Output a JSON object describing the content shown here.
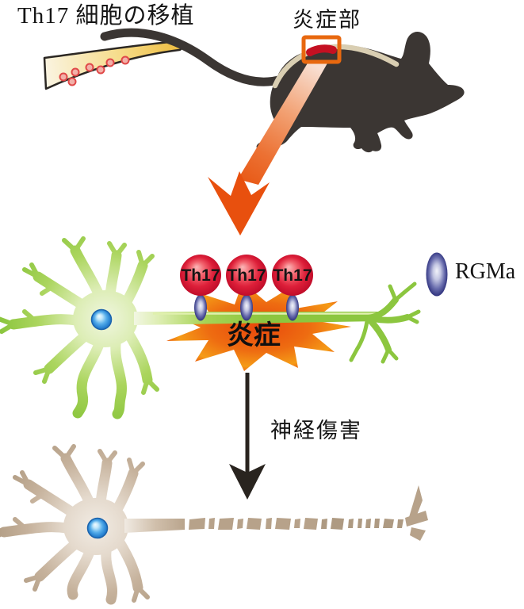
{
  "diagram": {
    "title": "Th17 細胞の移植",
    "mouse": {
      "inflammation_site_label": "炎症部"
    },
    "inflammation": {
      "label": "炎症"
    },
    "th17": {
      "label": "Th17",
      "count": 3
    },
    "legend": {
      "rgma_label": "RGMa"
    },
    "injury": {
      "label": "神経傷害"
    }
  },
  "colors": {
    "mouse_black": "#3b3633",
    "syringe_yellow": "#eebc3e",
    "cell_red": "#e04848",
    "injection_arrow_orange": "#e8500e",
    "starburst_orange": "#ee6c11",
    "th17_sphere_red": "#d6102f",
    "rgma_navy": "#31347f",
    "healthy_neuron_green": "#8cc63f",
    "damaged_neuron_tan": "#b3a08a",
    "nucleus_blue": "#2e8fd8",
    "injury_arrow_black": "#29241f",
    "spinal_stripe_tan": "#d9ceb2",
    "inflamed_segment_red": "#c41022"
  }
}
